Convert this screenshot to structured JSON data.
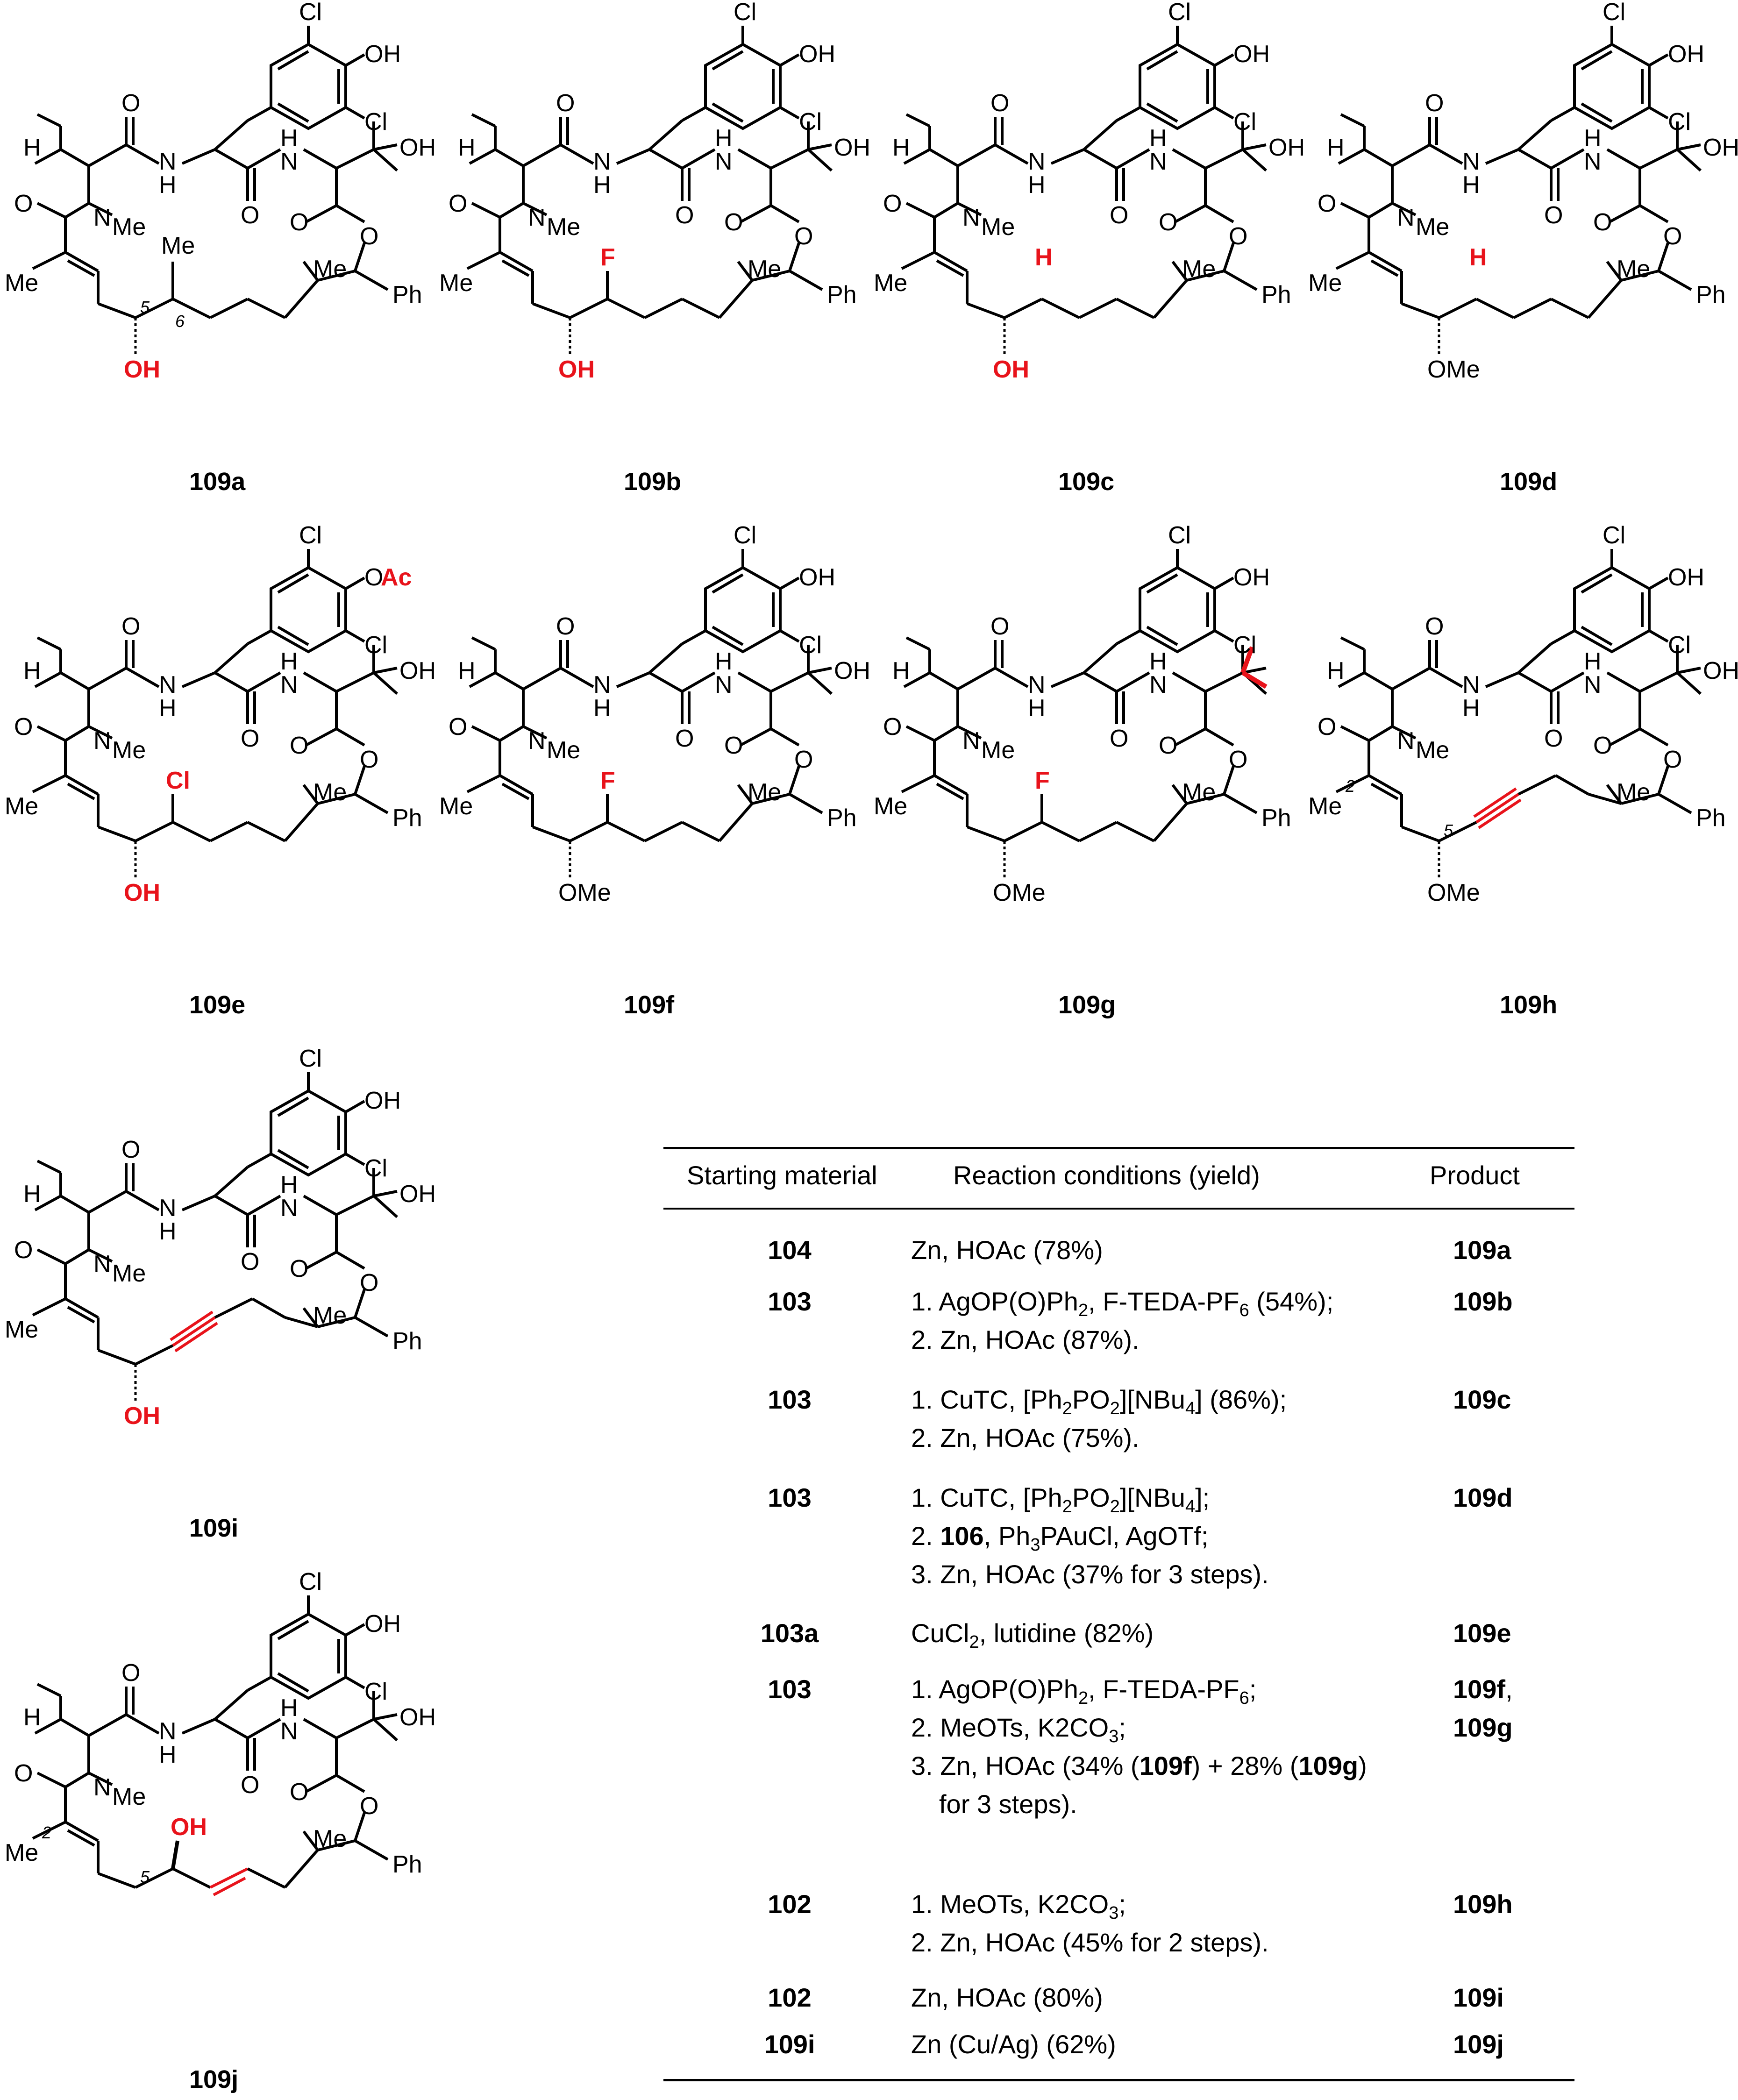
{
  "compounds": [
    {
      "id": "109a",
      "label": "109a",
      "hydroxy": "OH",
      "c5": "5",
      "c6": "6",
      "me6": "Me",
      "highlight": "OH"
    },
    {
      "id": "109b",
      "label": "109b",
      "highlight": "F",
      "hydroxy": "OH"
    },
    {
      "id": "109c",
      "label": "109c",
      "highlight": "H",
      "hydroxy": "OH"
    },
    {
      "id": "109d",
      "label": "109d",
      "highlight": "H",
      "methoxy": "OMe"
    },
    {
      "id": "109e",
      "label": "109e",
      "highlight": "Cl",
      "hydroxy": "OH",
      "acetyl": "Ac"
    },
    {
      "id": "109f",
      "label": "109f",
      "highlight": "F",
      "methoxy": "OMe"
    },
    {
      "id": "109g",
      "label": "109g",
      "highlight": "F",
      "methoxy": "OMe"
    },
    {
      "id": "109h",
      "label": "109h",
      "methoxy": "OMe",
      "c2": "2",
      "c5": "5"
    },
    {
      "id": "109i",
      "label": "109i",
      "hydroxy": "OH"
    },
    {
      "id": "109j",
      "label": "109j",
      "hydroxy": "OH",
      "c2": "2",
      "c5": "5"
    }
  ],
  "atoms": {
    "cl": "Cl",
    "oh": "OH",
    "o": "O",
    "n": "N",
    "h": "H",
    "me": "Me",
    "ph": "Ph",
    "nme_n": "N",
    "nme_me": "Me",
    "ome": "OMe",
    "oac_o": "O"
  },
  "table": {
    "headers": [
      "Starting material",
      "Reaction conditions (yield)",
      "Product"
    ],
    "rows": [
      {
        "sm": "104",
        "conditions": [
          "Zn, HOAc (78%)"
        ],
        "product": "109a"
      },
      {
        "sm": "103",
        "conditions": [
          "1. AgOP(O)Ph2, F-TEDA-PF6 (54%);",
          "2. Zn, HOAc (87%)."
        ],
        "product": "109b"
      },
      {
        "sm": "103",
        "conditions": [
          "1. CuTC, [Ph2PO2][NBu4] (86%);",
          "2. Zn, HOAc (75%)."
        ],
        "product": "109c"
      },
      {
        "sm": "103",
        "conditions": [
          "1. CuTC, [Ph2PO2][NBu4];",
          "2. 106, Ph3PAuCl, AgOTf;",
          "3. Zn, HOAc (37% for 3 steps)."
        ],
        "product": "109d"
      },
      {
        "sm": "103a",
        "conditions": [
          "CuCl2, lutidine (82%)"
        ],
        "product": "109e"
      },
      {
        "sm": "103",
        "conditions": [
          "1. AgOP(O)Ph2, F-TEDA-PF6;",
          "2. MeOTs, K2CO3;",
          "3. Zn, HOAc (34% (109f) + 28% (109g)",
          "for 3 steps)."
        ],
        "product": "109f, 109g"
      },
      {
        "sm": "102",
        "conditions": [
          "1. MeOTs, K2CO3;",
          "2. Zn, HOAc (45% for 2 steps)."
        ],
        "product": "109h"
      },
      {
        "sm": "102",
        "conditions": [
          "Zn, HOAc (80%)"
        ],
        "product": "109i"
      },
      {
        "sm": "109i",
        "conditions": [
          "Zn (Cu/Ag) (62%)"
        ],
        "product": "109j"
      }
    ]
  },
  "colors": {
    "ink": "#000000",
    "highlight": "#e8131b"
  }
}
